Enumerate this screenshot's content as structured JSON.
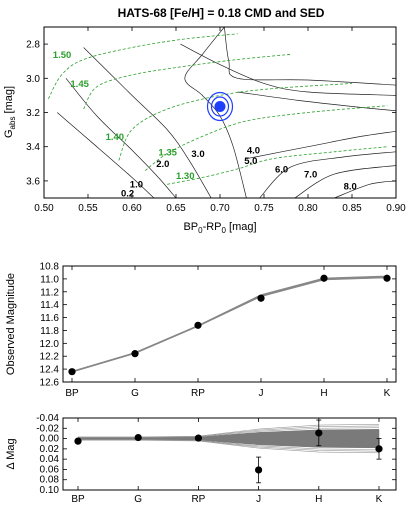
{
  "figure": {
    "title": "HATS-68 [Fe/H] = 0.18 CMD and SED"
  },
  "chart_data": [
    {
      "type": "line",
      "panel": "cmd",
      "xlabel": "BP₀-RP₀ [mag]",
      "ylabel": "G_abs [mag]",
      "xlim": [
        0.5,
        0.9
      ],
      "ylim": [
        3.7,
        2.7
      ],
      "y_inverted": true,
      "xticks": [
        "0.50",
        "0.55",
        "0.60",
        "0.65",
        "0.70",
        "0.75",
        "0.80",
        "0.85",
        "0.90"
      ],
      "yticks": [
        "2.8",
        "3.0",
        "3.2",
        "3.4",
        "3.6"
      ],
      "star": {
        "x": 0.7,
        "y": 3.165,
        "color": "#1f3fff"
      },
      "mass_tracks": [
        {
          "label": "1.50",
          "points": [
            [
              0.505,
              3.12
            ],
            [
              0.52,
              2.98
            ],
            [
              0.545,
              2.89
            ],
            [
              0.6,
              2.82
            ],
            [
              0.66,
              2.77
            ],
            [
              0.72,
              2.74
            ]
          ],
          "label_x": 0.51,
          "label_y": 2.88
        },
        {
          "label": "1.45",
          "points": [
            [
              0.545,
              3.18
            ],
            [
              0.56,
              3.05
            ],
            [
              0.6,
              2.98
            ],
            [
              0.66,
              2.93
            ],
            [
              0.72,
              2.89
            ],
            [
              0.78,
              2.86
            ]
          ],
          "label_x": 0.53,
          "label_y": 3.05
        },
        {
          "label": "1.40",
          "points": [
            [
              0.585,
              3.48
            ],
            [
              0.6,
              3.3
            ],
            [
              0.64,
              3.18
            ],
            [
              0.7,
              3.1
            ],
            [
              0.76,
              3.06
            ],
            [
              0.85,
              3.03
            ]
          ],
          "label_x": 0.57,
          "label_y": 3.36
        },
        {
          "label": "1.35",
          "points": [
            [
              0.615,
              3.54
            ],
            [
              0.64,
              3.44
            ],
            [
              0.68,
              3.34
            ],
            [
              0.73,
              3.25
            ],
            [
              0.8,
              3.2
            ],
            [
              0.89,
              3.16
            ]
          ],
          "label_x": 0.63,
          "label_y": 3.45
        },
        {
          "label": "1.30",
          "points": [
            [
              0.64,
              3.62
            ],
            [
              0.68,
              3.58
            ],
            [
              0.72,
              3.53
            ],
            [
              0.76,
              3.47
            ],
            [
              0.83,
              3.43
            ],
            [
              0.89,
              3.4
            ]
          ],
          "label_x": 0.65,
          "label_y": 3.59
        }
      ],
      "isochrones": [
        {
          "label": "0.2",
          "points": [
            [
              0.515,
              3.2
            ],
            [
              0.56,
              3.4
            ],
            [
              0.6,
              3.58
            ],
            [
              0.625,
              3.7
            ]
          ],
          "label_x": 0.595,
          "label_y": 3.69
        },
        {
          "label": "1.0",
          "points": [
            [
              0.525,
              3.0
            ],
            [
              0.56,
              3.22
            ],
            [
              0.6,
              3.42
            ],
            [
              0.63,
              3.58
            ],
            [
              0.65,
              3.7
            ]
          ],
          "label_x": 0.605,
          "label_y": 3.64
        },
        {
          "label": "2.0",
          "points": [
            [
              0.545,
              2.82
            ],
            [
              0.6,
              3.1
            ],
            [
              0.64,
              3.3
            ],
            [
              0.665,
              3.48
            ],
            [
              0.69,
              3.7
            ]
          ],
          "label_x": 0.635,
          "label_y": 3.52
        },
        {
          "label": "3.0",
          "points": [
            [
              0.705,
              2.7
            ],
            [
              0.68,
              2.86
            ],
            [
              0.66,
              3.0
            ],
            [
              0.68,
              3.1
            ],
            [
              0.7,
              3.22
            ],
            [
              0.715,
              3.4
            ],
            [
              0.73,
              3.7
            ]
          ],
          "label_x": 0.675,
          "label_y": 3.46
        },
        {
          "label": "4.0",
          "points": [
            [
              0.72,
              3.08
            ],
            [
              0.79,
              3.13
            ],
            [
              0.86,
              3.17
            ],
            [
              0.9,
              3.19
            ]
          ],
          "label_x": 0.738,
          "label_y": 3.44
        },
        {
          "label": "5.0",
          "points": [
            [
              0.73,
              3.47
            ],
            [
              0.8,
              3.4
            ],
            [
              0.86,
              3.34
            ],
            [
              0.9,
              3.31
            ]
          ],
          "label_x": 0.735,
          "label_y": 3.5
        },
        {
          "label": "6.0",
          "points": [
            [
              0.745,
              3.7
            ],
            [
              0.78,
              3.52
            ],
            [
              0.84,
              3.46
            ],
            [
              0.9,
              3.43
            ]
          ],
          "label_x": 0.77,
          "label_y": 3.55
        },
        {
          "label": "7.0",
          "points": [
            [
              0.785,
              3.7
            ],
            [
              0.83,
              3.56
            ],
            [
              0.9,
              3.51
            ]
          ],
          "label_x": 0.803,
          "label_y": 3.58
        },
        {
          "label": "8.0",
          "points": [
            [
              0.83,
              3.7
            ],
            [
              0.87,
              3.62
            ],
            [
              0.9,
              3.6
            ]
          ],
          "label_x": 0.848,
          "label_y": 3.65
        }
      ],
      "extra_branches": [
        [
          [
            0.705,
            2.7
          ],
          [
            0.71,
            2.9
          ],
          [
            0.72,
            3.0
          ],
          [
            0.8,
            3.01
          ],
          [
            0.9,
            3.04
          ]
        ],
        [
          [
            0.655,
            2.8
          ],
          [
            0.7,
            2.92
          ],
          [
            0.75,
            3.03
          ],
          [
            0.8,
            3.08
          ],
          [
            0.9,
            3.1
          ]
        ]
      ]
    },
    {
      "type": "line",
      "panel": "sed",
      "ylabel": "Observed Magnitude",
      "categories": [
        "BP",
        "G",
        "RP",
        "J",
        "H",
        "K"
      ],
      "ylim": [
        12.6,
        10.8
      ],
      "y_inverted": true,
      "yticks": [
        "10.8",
        "11.0",
        "11.2",
        "11.4",
        "11.6",
        "11.8",
        "12.0",
        "12.2",
        "12.4",
        "12.6"
      ],
      "observed": [
        12.44,
        12.16,
        11.72,
        11.3,
        10.99,
        10.99
      ],
      "model": [
        12.44,
        12.15,
        11.73,
        11.26,
        11.0,
        10.97
      ]
    },
    {
      "type": "scatter",
      "panel": "residuals",
      "ylabel": "Δ Mag",
      "categories": [
        "BP",
        "G",
        "RP",
        "J",
        "H",
        "K"
      ],
      "ylim": [
        0.1,
        -0.04
      ],
      "y_inverted": true,
      "yticks": [
        "-0.04",
        "-0.02",
        "0.00",
        "0.02",
        "0.04",
        "0.06",
        "0.08",
        "0.10"
      ],
      "residual": [
        0.005,
        -0.002,
        -0.001,
        0.061,
        -0.011,
        0.02
      ],
      "error": [
        0.0,
        0.0,
        0.0,
        0.025,
        0.025,
        0.02
      ],
      "band_halfwidth": [
        0.002,
        0.002,
        0.003,
        0.012,
        0.017,
        0.018
      ]
    }
  ]
}
